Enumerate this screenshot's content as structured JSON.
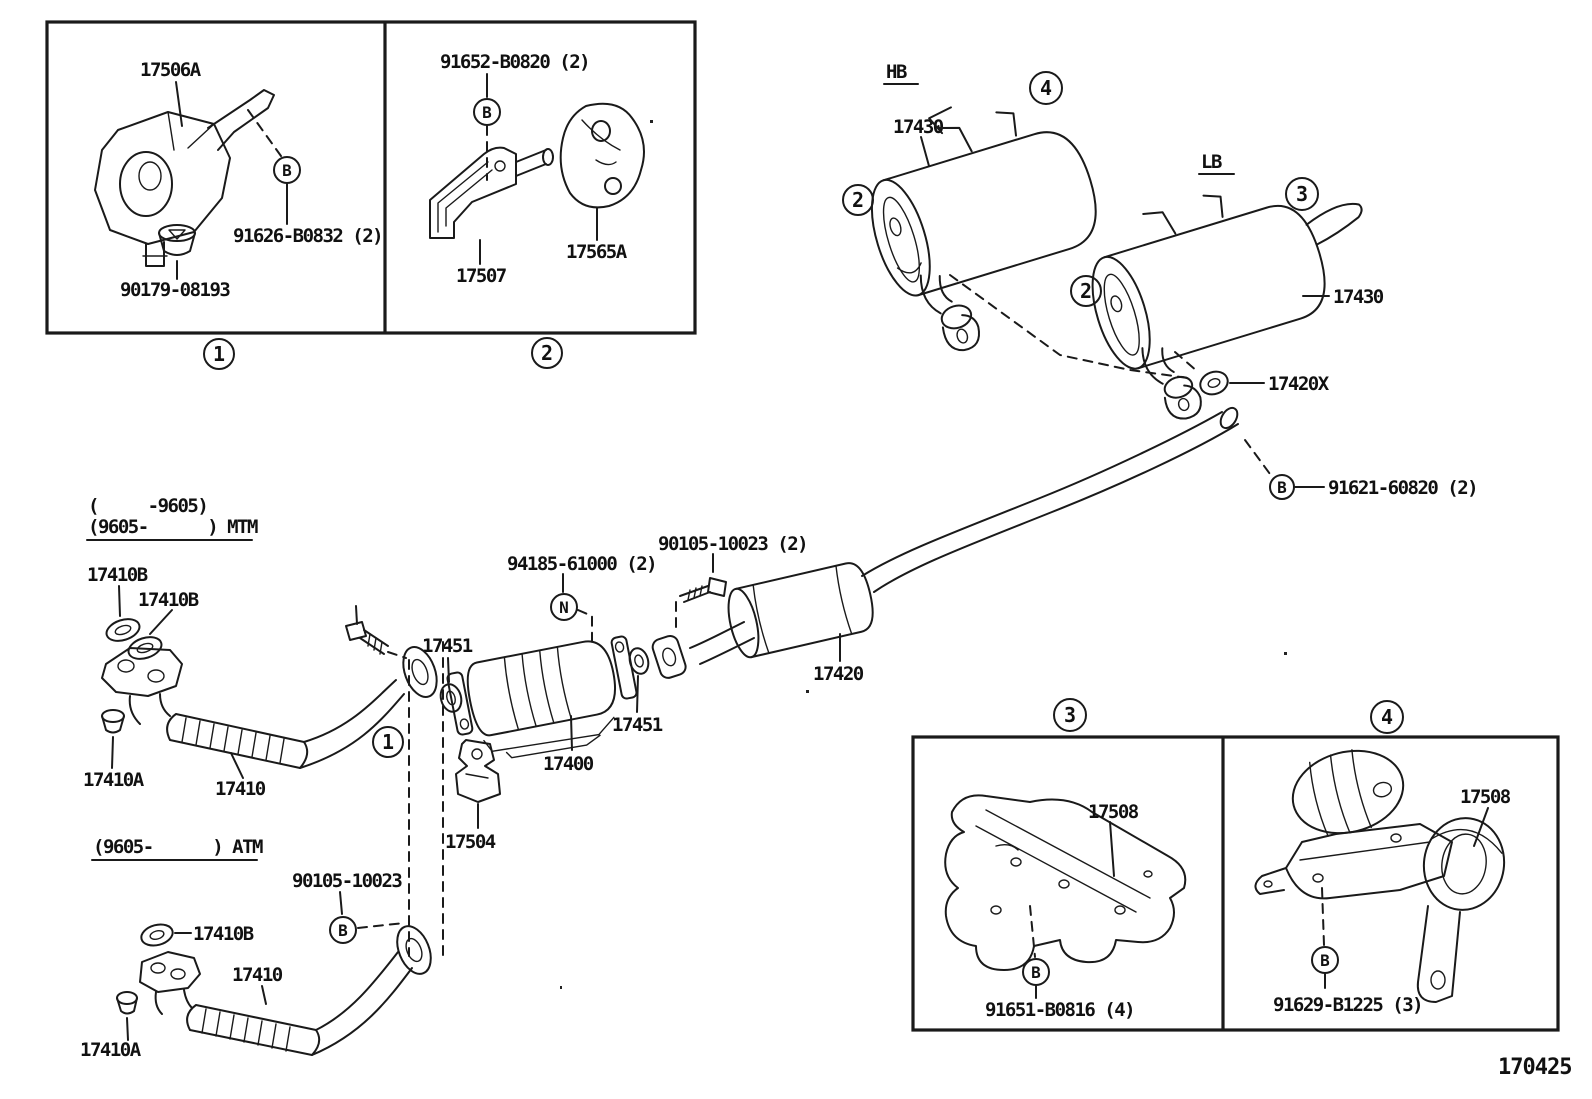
{
  "page": {
    "drawing_number": "170425"
  },
  "sections": {
    "hb": "HB",
    "lb": "LB",
    "mtm1": "(     -9605)",
    "mtm2": "(9605-      ) MTM",
    "atm": "(9605-      ) ATM"
  },
  "callouts": {
    "c1": "1",
    "c2": "2",
    "c3": "3",
    "c4": "4",
    "b": "B",
    "n": "N"
  },
  "parts": {
    "17506A": "17506A",
    "91626B0832": "91626-B0832 (2)",
    "9017908193": "90179-08193",
    "91652B0820": "91652-B0820 (2)",
    "17507": "17507",
    "17565A": "17565A",
    "17430": "17430",
    "17420X": "17420X",
    "9162160820": "91621-60820 (2)",
    "17410B": "17410B",
    "17410A": "17410A",
    "17410": "17410",
    "17451": "17451",
    "9418561000": "94185-61000 (2)",
    "90105100232": "90105-10023 (2)",
    "9010510023": "90105-10023",
    "17400": "17400",
    "17504": "17504",
    "17420": "17420",
    "17508": "17508",
    "91651B0816": "91651-B0816 (4)",
    "91629B1225": "91629-B1225 (3)"
  }
}
